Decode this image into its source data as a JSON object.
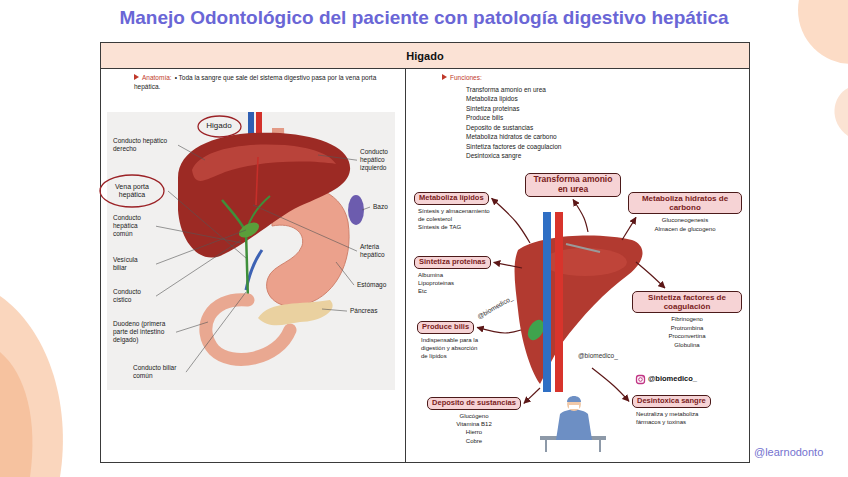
{
  "diagram": {
    "title": "Manejo Odontológico del paciente con patología digestivo hepática",
    "nodes": [
      {
        "text": [
          "Higado"
        ]
      },
      {
        "text": [
          "Anatomía:",
          "• Toda la sangre que sale del sistema digestivo pasa por la vena porta hepática."
        ],
        "in": 0
      },
      {
        "text": [
          "Funciones:",
          "Transforma amonio en urea",
          "Metaboliza lipidos",
          "Sintetiza proteinas",
          "Produce bilis",
          "Deposito de sustancias",
          "Metaboliza hidratos de carbono",
          "Sintetiza factores de coagulacion",
          "Desintoxica sangre"
        ],
        "in": 0
      },
      {
        "text": [
          "Higado"
        ],
        "in": 1
      },
      {
        "text": [
          "Vena porta hepática"
        ],
        "in": 1
      },
      {
        "text": [
          "Transforma amonio en urea"
        ],
        "in": 2
      },
      {
        "text": [
          "Metaboliza lípidos",
          "Síntesis y almacenamiento de colesterol",
          "Síntesis de TAG"
        ],
        "in": 2
      },
      {
        "text": [
          "Metaboliza hidratos de carbono",
          "Gluconeogenesis",
          "Almacen de glucogeno"
        ],
        "in": 2
      },
      {
        "text": [
          "Sintetiza proteinas",
          "Albumina",
          "Lipoproteinas",
          "Etc"
        ],
        "in": 2
      },
      {
        "text": [
          "Sintetiza factores de coagulación",
          "Fibrinogeno",
          "Protrombina",
          "Proconvertina",
          "Globulina"
        ],
        "in": 2
      },
      {
        "text": [
          "Produce bilis",
          "Indispensable para la digestión y absorción de lípidos"
        ],
        "in": 2
      },
      {
        "text": [
          "Deposito de sustancias",
          "Glucógeno",
          "Vitamina B12",
          "Hierro",
          "Cobre"
        ],
        "in": 2
      },
      {
        "text": [
          "Desintoxica sangre",
          "Neutraliza y metaboliza fármacos y toxinas"
        ],
        "in": 2
      }
    ],
    "labels": [
      "Conducto hepático derecho",
      "Conducto hepático izquierdo",
      "Bazo",
      "Conducto hepática común",
      "Vesícula biliar",
      "Arteria hepático",
      "Estómago",
      "Conducto cístico",
      "Páncreas",
      "Duodeno (primera parte del intestino delgado)",
      "Conducto biliar común",
      "@biomedico_",
      "@biomedico_",
      "@biomedico_",
      "@learnodonto"
    ]
  }
}
